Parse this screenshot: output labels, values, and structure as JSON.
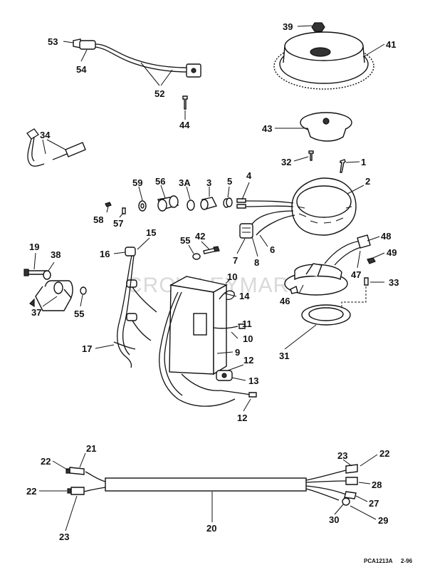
{
  "watermark": "CROWLEYMARINE",
  "reference_code": "PCA1213A",
  "reference_date": "2-96",
  "callouts": {
    "c53": "53",
    "c54": "54",
    "c52": "52",
    "c44": "44",
    "c34": "34",
    "c39": "39",
    "c41": "41",
    "c43": "43",
    "c32": "32",
    "c1": "1",
    "c2": "2",
    "c59": "59",
    "c56": "56",
    "c3a": "3A",
    "c3": "3",
    "c5": "5",
    "c4": "4",
    "c58": "58",
    "c57": "57",
    "c6": "6",
    "c7": "7",
    "c8": "8",
    "c15": "15",
    "c16": "16",
    "c55a": "55",
    "c42": "42",
    "c19": "19",
    "c38": "38",
    "c55b": "55",
    "c37": "37",
    "c17": "17",
    "c10a": "10",
    "c14": "14",
    "c11": "11",
    "c10b": "10",
    "c9": "9",
    "c12a": "12",
    "c13": "13",
    "c12b": "12",
    "c48": "48",
    "c49": "49",
    "c47": "47",
    "c33": "33",
    "c46": "46",
    "c31": "31",
    "c21": "21",
    "c22a": "22",
    "c22b": "22",
    "c23a": "23",
    "c20": "20",
    "c23b": "23",
    "c22c": "22",
    "c28": "28",
    "c27": "27",
    "c30": "30",
    "c29": "29"
  }
}
